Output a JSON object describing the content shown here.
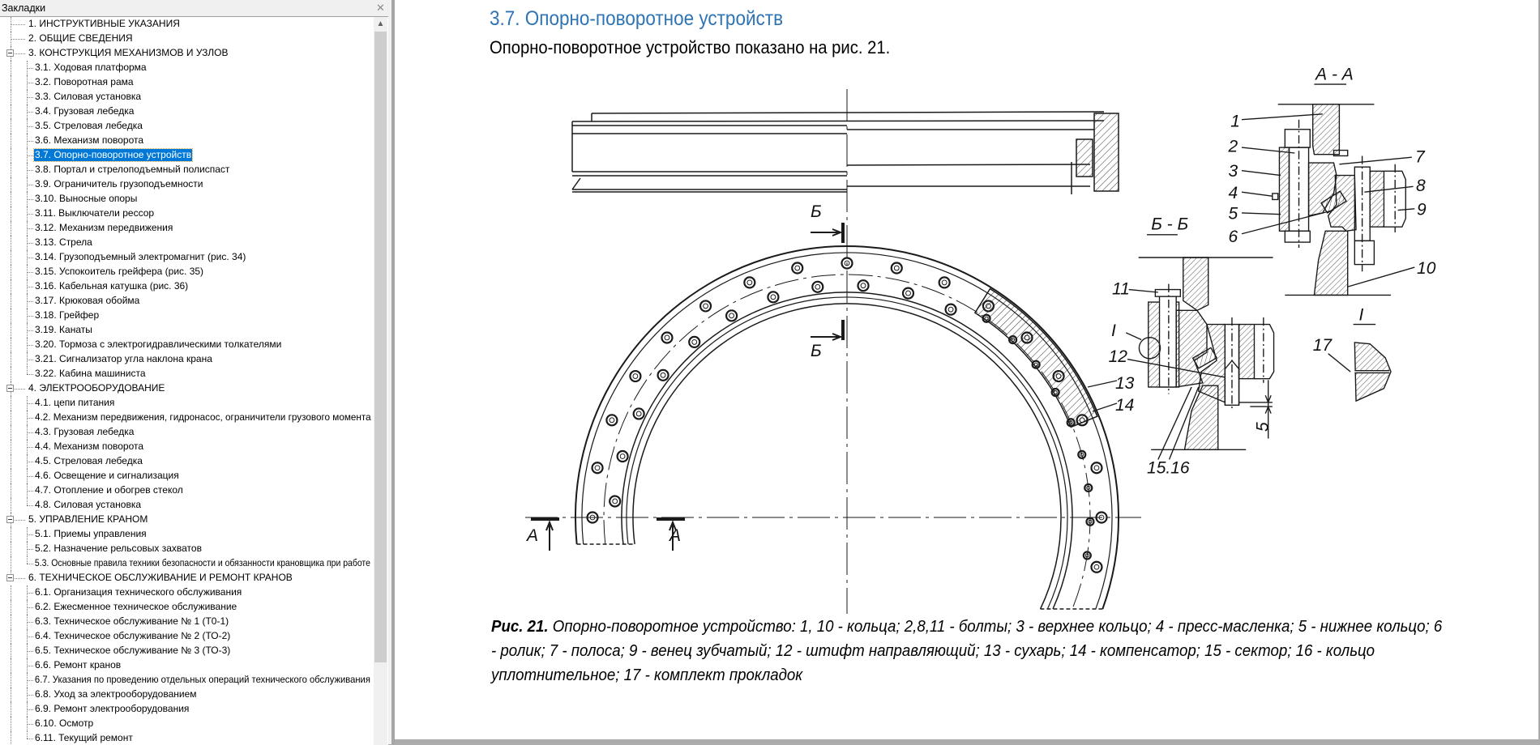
{
  "sidebar": {
    "title": "Закладки",
    "close_icon": "close-icon",
    "items": [
      {
        "label": "1. ИНСТРУКТИВНЫЕ УКАЗАНИЯ",
        "level": 0
      },
      {
        "label": "2. ОБЩИЕ СВЕДЕНИЯ",
        "level": 0
      },
      {
        "label": "3. КОНСТРУКЦИЯ МЕХАНИЗМОВ И УЗЛОВ",
        "level": 0,
        "expanded": true
      },
      {
        "label": "3.1. Ходовая платформа",
        "level": 1
      },
      {
        "label": "3.2. Поворотная рама",
        "level": 1
      },
      {
        "label": "3.3. Силовая установка",
        "level": 1
      },
      {
        "label": "3.4. Грузовая лебедка",
        "level": 1
      },
      {
        "label": "3.5. Стреловая лебедка",
        "level": 1
      },
      {
        "label": "3.6. Механизм поворота",
        "level": 1
      },
      {
        "label": "3.7. Опорно-поворотное устройств",
        "level": 1,
        "selected": true
      },
      {
        "label": "3.8. Портал и стрелоподъемный полиспаст",
        "level": 1
      },
      {
        "label": "3.9. Ограничитель грузоподъемности",
        "level": 1
      },
      {
        "label": "3.10. Выносные опоры",
        "level": 1
      },
      {
        "label": "3.11. Выключатели рессор",
        "level": 1
      },
      {
        "label": "3.12. Механизм передвижения",
        "level": 1
      },
      {
        "label": "3.13. Стрела",
        "level": 1
      },
      {
        "label": "3.14. Грузоподъемный электромагнит (рис. 34)",
        "level": 1
      },
      {
        "label": "3.15. Успокоитель грейфера (рис. 35)",
        "level": 1
      },
      {
        "label": "3.16. Кабельная катушка (рис. 36)",
        "level": 1
      },
      {
        "label": "3.17. Крюковая обойма",
        "level": 1
      },
      {
        "label": "3.18. Грейфер",
        "level": 1
      },
      {
        "label": "3.19. Канаты",
        "level": 1
      },
      {
        "label": "3.20. Тормоза с электрогидравлическими толкателями",
        "level": 1
      },
      {
        "label": "3.21. Сигнализатор угла наклона крана",
        "level": 1
      },
      {
        "label": "3.22. Кабина машиниста",
        "level": 1
      },
      {
        "label": "4. ЭЛЕКТРООБОРУДОВАНИЕ",
        "level": 0,
        "expanded": true
      },
      {
        "label": "4.1. цепи питания",
        "level": 1
      },
      {
        "label": "4.2. Механизм передвижения, гидронасос, ограничители грузового момента",
        "level": 1
      },
      {
        "label": "4.3. Грузовая лебедка",
        "level": 1
      },
      {
        "label": "4.4. Механизм поворота",
        "level": 1
      },
      {
        "label": "4.5. Стреловая лебедка",
        "level": 1
      },
      {
        "label": "4.6. Освещение и сигнализация",
        "level": 1
      },
      {
        "label": "4.7. Отопление и обогрев стекол",
        "level": 1
      },
      {
        "label": "4.8. Силовая установка",
        "level": 1
      },
      {
        "label": "5. УПРАВЛЕНИЕ КРАНОМ",
        "level": 0,
        "expanded": true
      },
      {
        "label": "5.1. Приемы управления",
        "level": 1
      },
      {
        "label": "5.2. Назначение рельсовых захватов",
        "level": 1
      },
      {
        "label": "5.3. Основные правила техники безопасности и обязанности крановщика при работе",
        "level": 1
      },
      {
        "label": "6. ТЕХНИЧЕСКОЕ ОБСЛУЖИВАНИЕ И РЕМОНТ КРАНОВ",
        "level": 0,
        "expanded": true
      },
      {
        "label": "6.1. Организация технического обслуживания",
        "level": 1
      },
      {
        "label": "6.2. Ежесменное техническое обслуживание",
        "level": 1
      },
      {
        "label": "6.3. Техническое обслуживание № 1 (Т0-1)",
        "level": 1
      },
      {
        "label": "6.4. Техническое обслуживание № 2 (ТО-2)",
        "level": 1
      },
      {
        "label": "6.5. Техническое обслуживание № 3 (ТО-3)",
        "level": 1
      },
      {
        "label": "6.6. Ремонт кранов",
        "level": 1
      },
      {
        "label": "6.7. Указания по проведению отдельных операций технического обслуживания",
        "level": 1
      },
      {
        "label": "6.8. Уход за электрооборудованием",
        "level": 1
      },
      {
        "label": "6.9. Ремонт электрооборудования",
        "level": 1
      },
      {
        "label": "6.10. Осмотр",
        "level": 1
      },
      {
        "label": "6.11. Текущий ремонт",
        "level": 1
      }
    ]
  },
  "document": {
    "heading": "3.7. Опорно-поворотное устройств",
    "intro": "Опорно-поворотное устройство показано на рис. 21.",
    "caption_label": "Рис. 21.",
    "caption_text": " Опорно-поворотное устройство: 1, 10 - кольца; 2,8,11 - болты; 3 - верхнее кольцо; 4 - пресс-масленка; 5 - нижнее кольцо; 6 - ролик; 7 - полоса; 9 -  венец зубчатый; 12 - штифт направляющий; 13 - сухарь; 14 - компенсатор; 15 - сектор; 16 - кольцо уплотнительное; 17 - комплект прокладок"
  },
  "drawing": {
    "section_aa": "А - А",
    "section_bb": "Б - Б",
    "detail_title": "I",
    "cut_a": "А",
    "cut_b": "Б",
    "dim_5": "5",
    "labels": {
      "l1": "1",
      "l2": "2",
      "l3": "3",
      "l4": "4",
      "l5": "5",
      "l6": "6",
      "l7": "7",
      "l8": "8",
      "l9": "9",
      "l10": "10",
      "l11": "11",
      "l12": "12",
      "l13": "13",
      "l14": "14",
      "l1516": "15.16",
      "l17": "17",
      "lI": "I"
    }
  },
  "colors": {
    "heading": "#2e74b5",
    "selection": "#0078d7"
  }
}
